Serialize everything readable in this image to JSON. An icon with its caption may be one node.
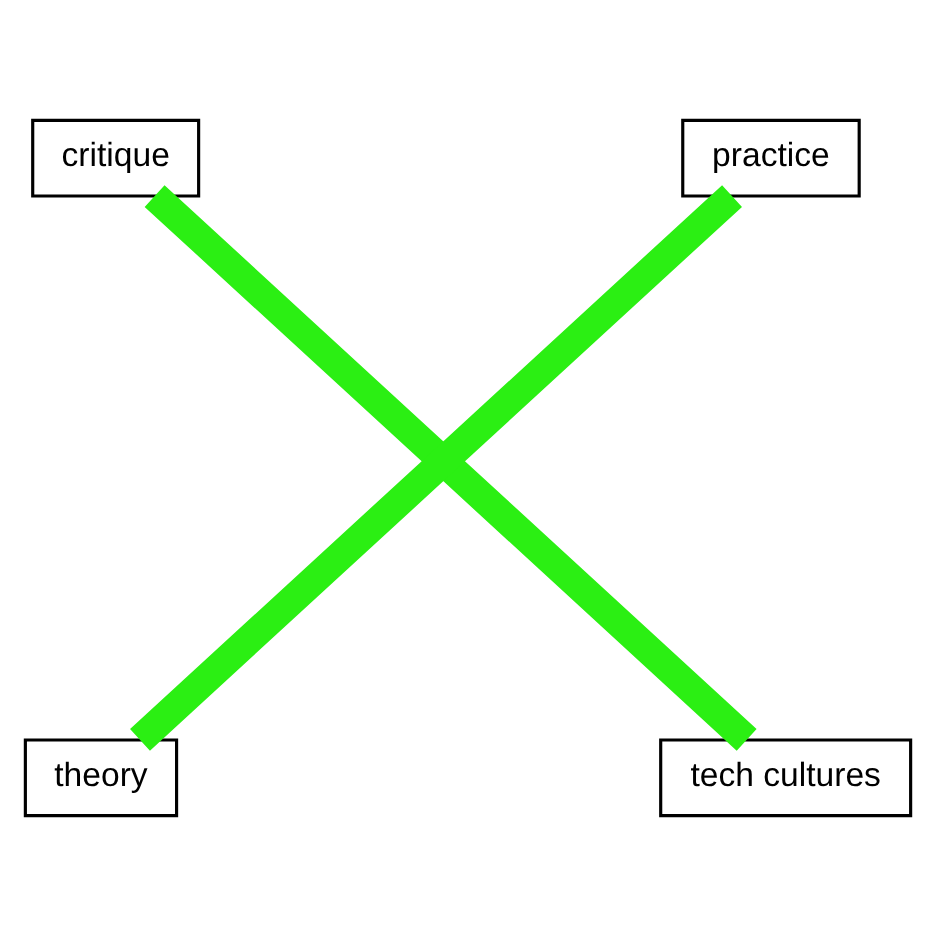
{
  "diagram": {
    "nodes": [
      {
        "text": [
          "critique"
        ]
      },
      {
        "text": [
          "practice"
        ]
      },
      {
        "text": [
          "theory"
        ]
      },
      {
        "text": [
          "tech cultures"
        ]
      }
    ],
    "edges": [
      {
        "from": 0,
        "to": 3,
        "arrow": "none"
      },
      {
        "from": 1,
        "to": 2,
        "arrow": "none"
      }
    ]
  }
}
